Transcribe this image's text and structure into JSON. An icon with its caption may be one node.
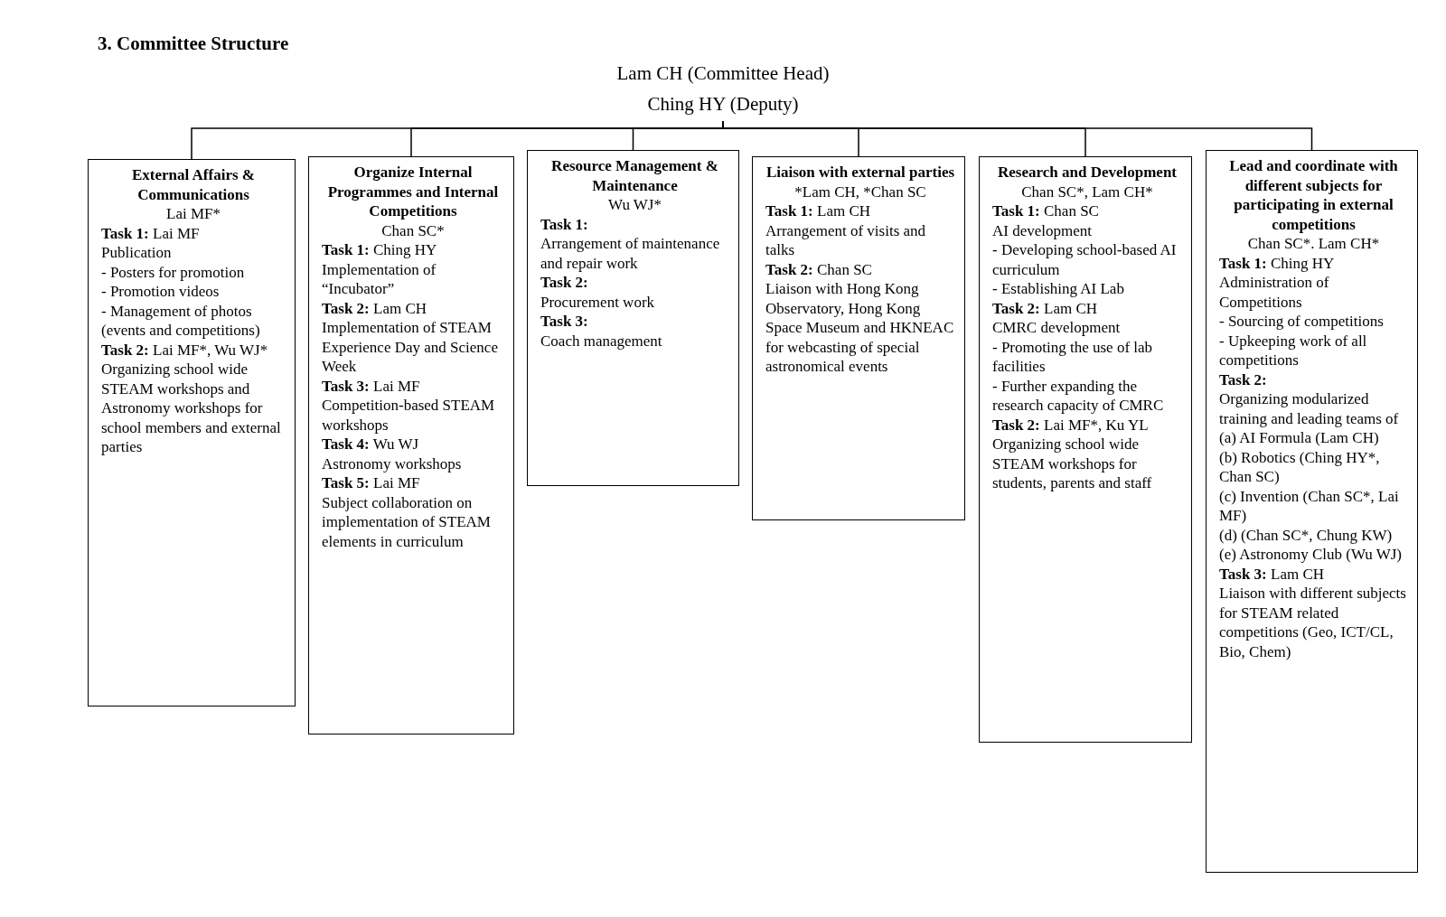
{
  "diagram": {
    "title": "3. Committee Structure",
    "nodes": [
      {
        "text": [
          "Lam CH (Committee Head)",
          "Ching HY (Deputy)"
        ]
      },
      {
        "text": [
          "External Affairs & Communications",
          "Lai MF*",
          "**Task 1:** Lai MF",
          "Publication",
          "- Posters for promotion",
          "- Promotion videos",
          "- Management of photos (events and competitions)",
          "**Task 2:** Lai MF*, Wu WJ*",
          "Organizing school wide STEAM workshops and Astronomy workshops for school members and external parties"
        ]
      },
      {
        "text": [
          "Organize Internal Programmes and Internal Competitions",
          "Chan SC*",
          "**Task 1:** Ching HY",
          "Implementation of “Incubator”",
          "**Task 2:** Lam CH",
          "Implementation of STEAM Experience Day and Science Week",
          "**Task 3:** Lai MF",
          "Competition-based STEAM workshops",
          "**Task 4:** Wu WJ",
          "Astronomy workshops",
          "**Task 5:** Lai MF",
          "Subject collaboration on implementation of STEAM elements in curriculum"
        ]
      },
      {
        "text": [
          "Resource Management & Maintenance",
          "Wu WJ*",
          "**Task 1:**",
          "Arrangement of maintenance and repair work",
          "**Task 2:**",
          "Procurement work",
          "**Task 3:**",
          "Coach management"
        ]
      },
      {
        "text": [
          "Liaison with external parties",
          "*Lam CH, *Chan SC",
          "**Task 1:** Lam CH",
          "Arrangement of visits and talks",
          "**Task 2:** Chan SC",
          "Liaison with Hong Kong Observatory, Hong Kong Space Museum and HKNEAC for webcasting of special astronomical events"
        ]
      },
      {
        "text": [
          "Research and Development",
          "Chan SC*, Lam CH*",
          "**Task 1:** Chan SC",
          "AI development",
          "- Developing school-based AI curriculum",
          "- Establishing AI Lab",
          "**Task 2:** Lam CH",
          "CMRC development",
          "- Promoting the use of lab facilities",
          "- Further expanding the research capacity of CMRC",
          "**Task 2:** Lai MF*, Ku YL",
          "Organizing school wide STEAM workshops for students, parents and staff"
        ]
      },
      {
        "text": [
          "Lead and coordinate with different subjects for participating in external competitions",
          "Chan SC*. Lam CH*",
          "**Task 1:** Ching HY",
          "Administration of Competitions",
          "- Sourcing of competitions",
          "- Upkeeping work of all competitions",
          "**Task 2:**",
          "Organizing modularized training and leading teams of",
          "(a) AI Formula (Lam CH)",
          "(b) Robotics (Ching HY*, Chan SC)",
          "(c) Invention (Chan SC*, Lai MF)",
          "(d) (Chan SC*, Chung KW)",
          "(e) Astronomy Club (Wu WJ)",
          "**Task 3:** Lam CH",
          "Liaison with different subjects for STEAM related competitions (Geo, ICT/CL, Bio, Chem)"
        ]
      }
    ],
    "edges": [
      {
        "from": 0,
        "to": 1,
        "arrow": "none"
      },
      {
        "from": 0,
        "to": 2,
        "arrow": "none"
      },
      {
        "from": 0,
        "to": 3,
        "arrow": "none"
      },
      {
        "from": 0,
        "to": 4,
        "arrow": "none"
      },
      {
        "from": 0,
        "to": 5,
        "arrow": "none"
      },
      {
        "from": 0,
        "to": 6,
        "arrow": "none"
      }
    ]
  }
}
